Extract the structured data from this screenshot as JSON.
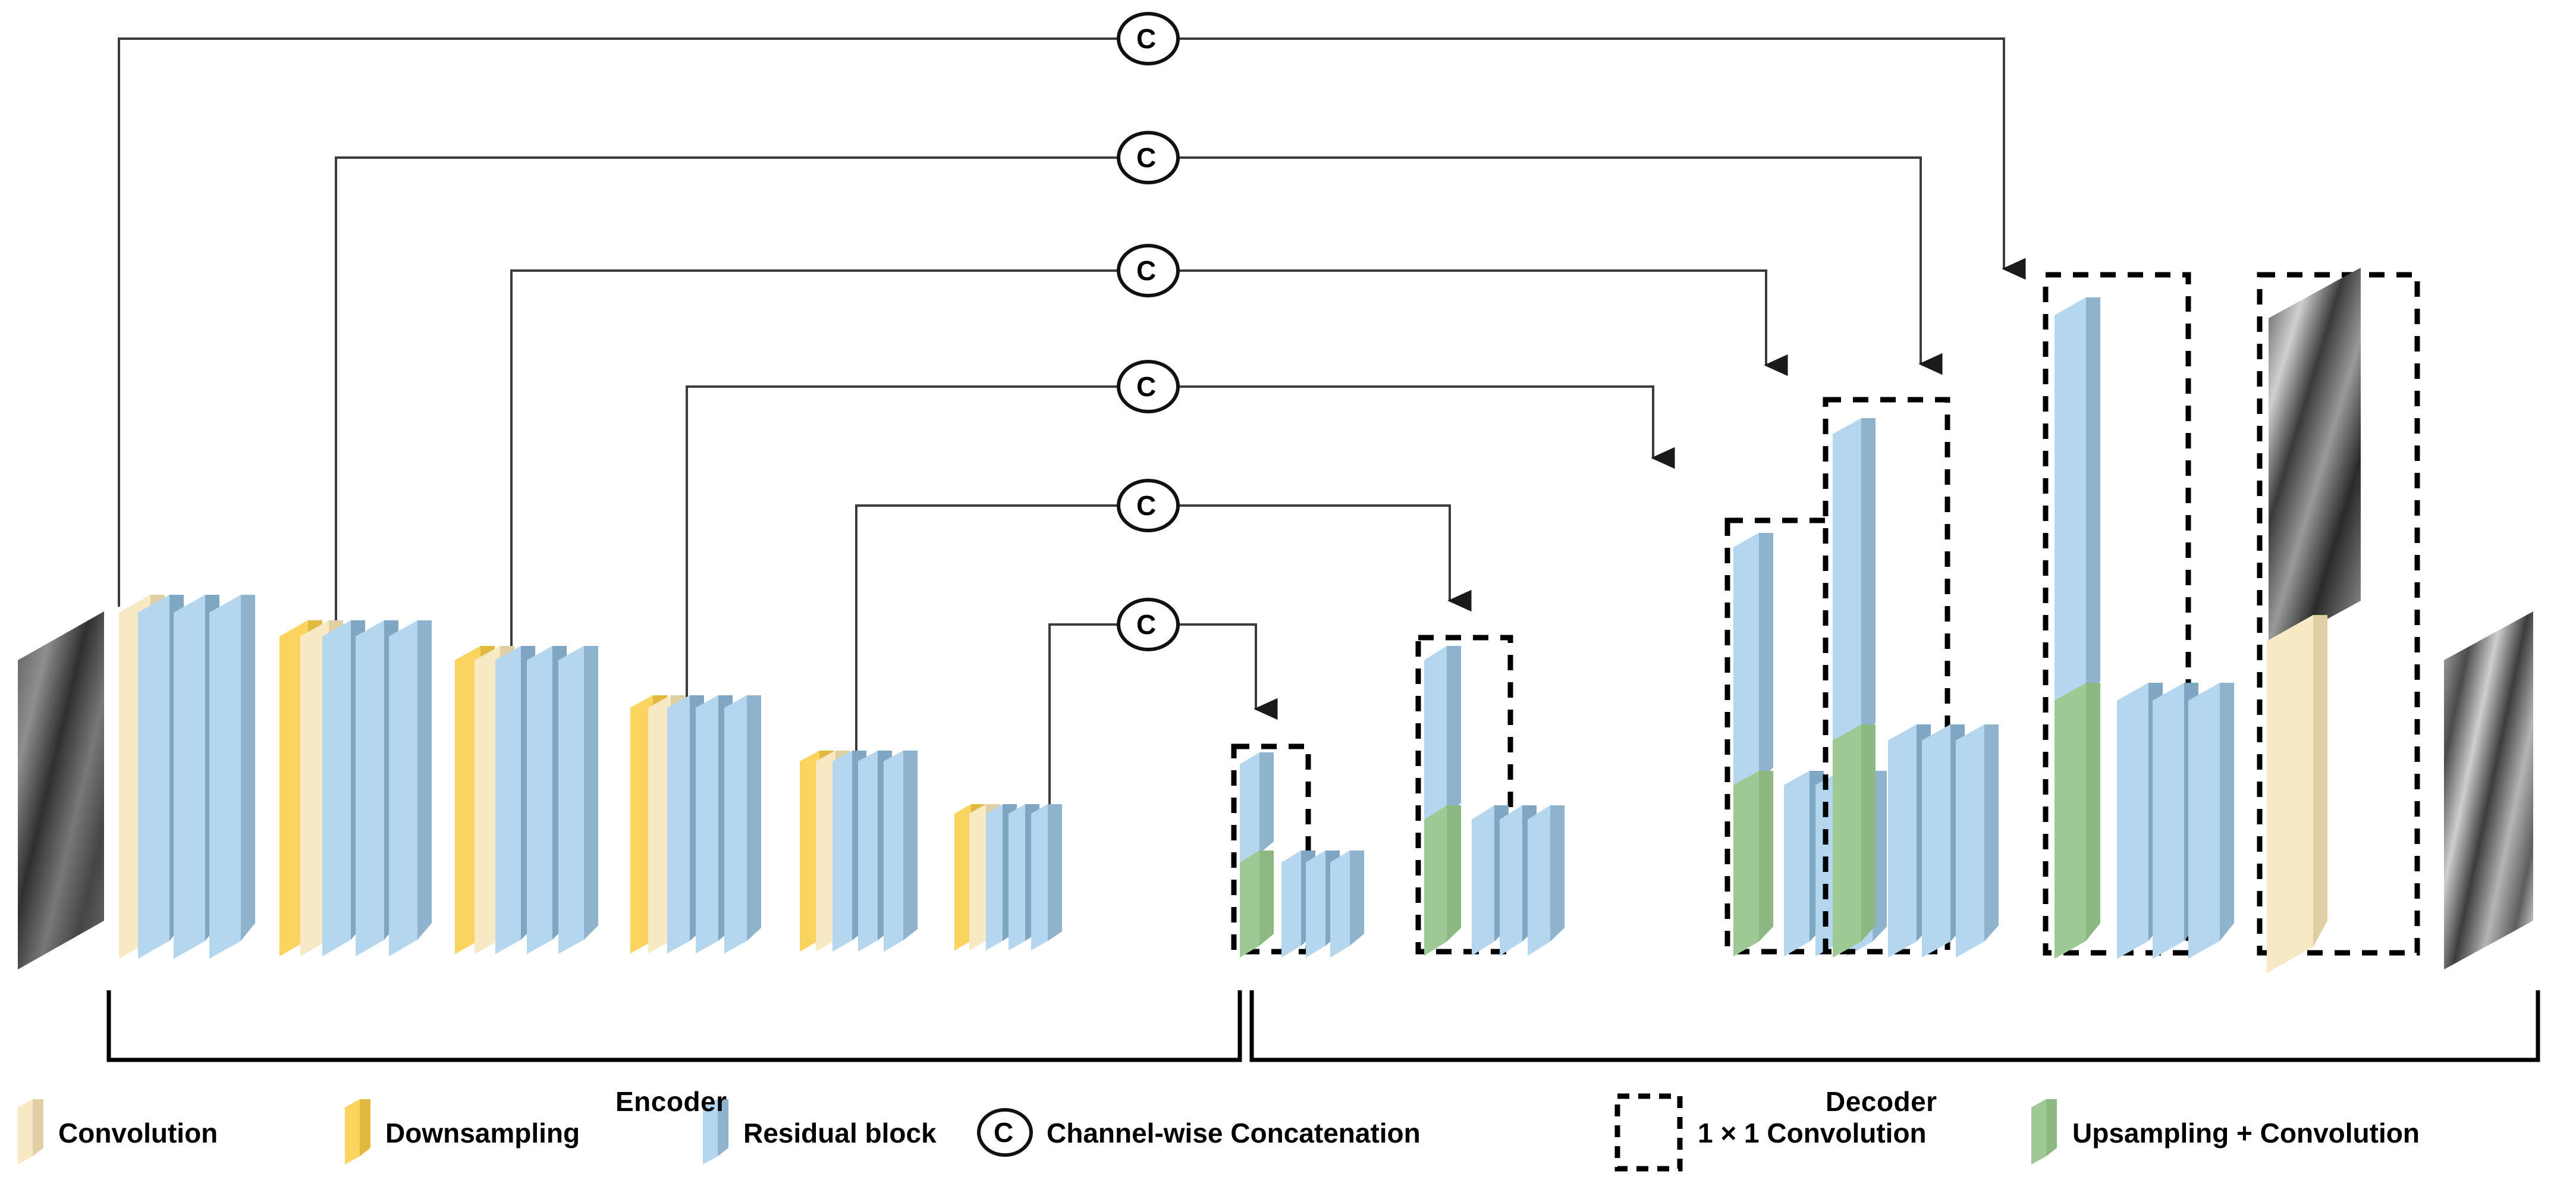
{
  "figure": {
    "type": "neural-network-architecture",
    "title": "Residual U-Net encoder-decoder architecture",
    "stages": {
      "encoder_label": "Encoder",
      "decoder_label": "Decoder"
    },
    "concat_glyph": "C",
    "skip_connections": [
      {
        "id": 1,
        "label": "C",
        "source_stage": 1,
        "target_stage": 6
      },
      {
        "id": 2,
        "label": "C",
        "source_stage": 2,
        "target_stage": 5
      },
      {
        "id": 3,
        "label": "C",
        "source_stage": 3,
        "target_stage": 4
      },
      {
        "id": 4,
        "label": "C",
        "source_stage": 4,
        "target_stage": 3
      },
      {
        "id": 5,
        "label": "C",
        "source_stage": 5,
        "target_stage": 2
      },
      {
        "id": 6,
        "label": "C",
        "source_stage": 6,
        "target_stage": 1
      }
    ]
  },
  "legend": {
    "items": [
      {
        "key": "convolution",
        "label": "Convolution",
        "swatch": "slab",
        "color": "#f7e9c4"
      },
      {
        "key": "downsampling",
        "label": "Downsampling",
        "swatch": "slab",
        "color": "#fad45e"
      },
      {
        "key": "residual-block",
        "label": "Residual block",
        "swatch": "slab",
        "color": "#b4d7ef"
      },
      {
        "key": "channel-wise-concatenation",
        "label": "Channel-wise Concatenation",
        "swatch": "circle-c",
        "glyph": "C",
        "color": "#000000"
      },
      {
        "key": "one-by-one-convolution",
        "label": "1 × 1 Convolution",
        "swatch": "dashed-box",
        "color": "#000000"
      },
      {
        "key": "upsampling-convolution",
        "label": "Upsampling + Convolution",
        "swatch": "slab",
        "color": "#bfe0b3"
      }
    ]
  },
  "palette": {
    "conv_face": "#f7e9c4",
    "conv_edge": "#fdf6e0",
    "conv_side": "#e0cfa4",
    "down_face": "#fad45e",
    "down_edge": "#ffe487",
    "down_side": "#e2b93f",
    "resid_face": "#8fb3cc",
    "resid_edge": "#b4d7ef",
    "resid_side": "#7fa6c2",
    "upsamp_face": "#9ec894",
    "upsamp_edge": "#c4e2b8",
    "upsamp_side": "#8cb882",
    "line": "#3b3b3b",
    "dash": "#000000",
    "text": "#000000"
  },
  "encoder": {
    "input_image": {
      "name": "input-image",
      "kind": "grayscale-gradient"
    },
    "stages": [
      {
        "index": 1,
        "blocks": [
          "convolution",
          "residual",
          "residual",
          "residual"
        ]
      },
      {
        "index": 2,
        "blocks": [
          "downsampling",
          "convolution",
          "residual",
          "residual",
          "residual"
        ]
      },
      {
        "index": 3,
        "blocks": [
          "downsampling",
          "convolution",
          "residual",
          "residual",
          "residual"
        ]
      },
      {
        "index": 4,
        "blocks": [
          "downsampling",
          "convolution",
          "residual",
          "residual",
          "residual"
        ]
      },
      {
        "index": 5,
        "blocks": [
          "downsampling",
          "convolution",
          "residual",
          "residual",
          "residual"
        ]
      },
      {
        "index": 6,
        "blocks": [
          "downsampling",
          "convolution",
          "residual",
          "residual",
          "residual"
        ]
      }
    ]
  },
  "decoder": {
    "stages": [
      {
        "index": 1,
        "boxed": [
          "residual-skip",
          "upsampling"
        ],
        "blocks": [
          "residual",
          "residual",
          "residual"
        ]
      },
      {
        "index": 2,
        "boxed": [
          "residual-skip",
          "upsampling"
        ],
        "blocks": [
          "residual",
          "residual",
          "residual"
        ]
      },
      {
        "index": 3,
        "boxed": [
          "residual-skip",
          "upsampling"
        ],
        "blocks": [
          "residual",
          "residual",
          "residual"
        ]
      },
      {
        "index": 4,
        "boxed": [
          "residual-skip",
          "upsampling"
        ],
        "blocks": [
          "residual",
          "residual",
          "residual"
        ]
      },
      {
        "index": 5,
        "boxed": [
          "residual-skip",
          "upsampling"
        ],
        "blocks": [
          "residual",
          "residual",
          "residual"
        ]
      },
      {
        "index": 6,
        "boxed": [
          "output-image",
          "convolution"
        ],
        "blocks": []
      }
    ],
    "output_image": {
      "name": "output-image",
      "kind": "grayscale-texture"
    }
  }
}
